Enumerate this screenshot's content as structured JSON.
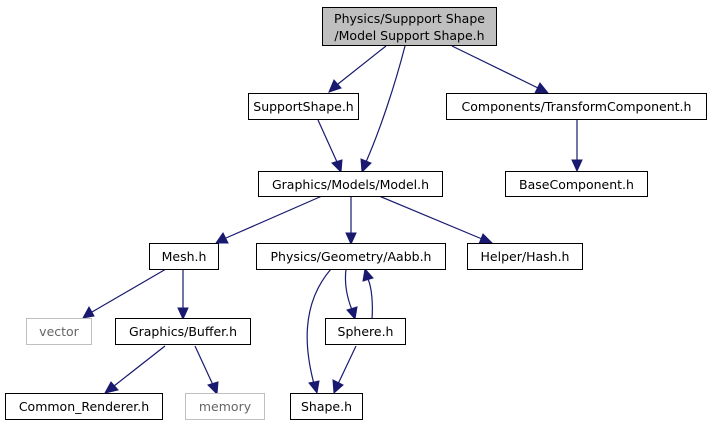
{
  "graph": {
    "root_line1": "Physics/Suppport Shape",
    "root_line2": "/Model Support Shape.h",
    "nodes": {
      "supportshape": "SupportShape.h",
      "transformcomponent": "Components/TransformComponent.h",
      "model": "Graphics/Models/Model.h",
      "basecomponent": "BaseComponent.h",
      "mesh": "Mesh.h",
      "aabb": "Physics/Geometry/Aabb.h",
      "hash": "Helper/Hash.h",
      "vector": "vector",
      "buffer": "Graphics/Buffer.h",
      "sphere": "Sphere.h",
      "common_renderer": "Common_Renderer.h",
      "memory": "memory",
      "shape": "Shape.h"
    },
    "colors": {
      "edge": "#191970",
      "root_fill": "#bfbfbf",
      "external_border": "#bfbfbf",
      "external_text": "#666666"
    }
  }
}
